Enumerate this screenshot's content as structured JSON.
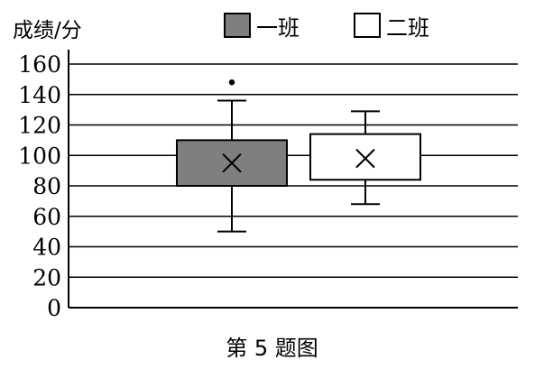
{
  "chart_data": {
    "type": "boxplot",
    "ylabel": "成绩/分",
    "ylim": [
      0,
      160
    ],
    "yticks": [
      0,
      20,
      40,
      60,
      80,
      100,
      120,
      140,
      160
    ],
    "grid": true,
    "legend_placement": "top",
    "series": [
      {
        "name": "一班",
        "fill": "#7f7f7f",
        "whisker_low": 50,
        "q1": 80,
        "q3": 110,
        "whisker_high": 136,
        "mean": 95,
        "outliers": [
          148
        ]
      },
      {
        "name": "二班",
        "fill": "#ffffff",
        "whisker_low": 68,
        "q1": 84,
        "q3": 114,
        "whisker_high": 129,
        "mean": 98,
        "outliers": []
      }
    ]
  },
  "caption": "第 5 题图"
}
